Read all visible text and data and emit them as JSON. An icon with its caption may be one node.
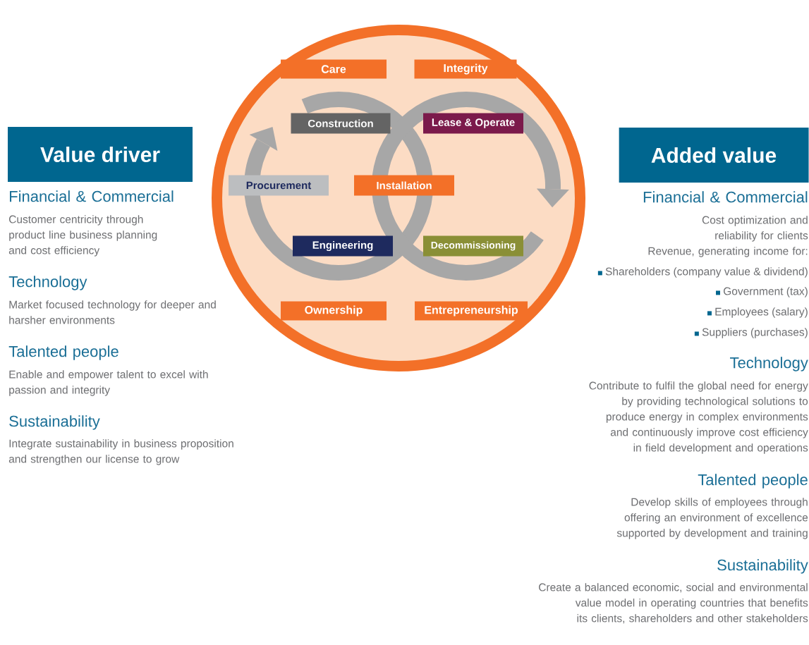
{
  "diagram": {
    "nodes": [
      {
        "text": [
          "Value driver"
        ]
      },
      {
        "text": [],
        "shape": "circle"
      },
      {
        "text": [
          "Care"
        ],
        "in": 1
      },
      {
        "text": [
          "Integrity"
        ],
        "in": 1
      },
      {
        "text": [
          "Construction"
        ],
        "in": 1
      },
      {
        "text": [
          "Lease & Operate"
        ],
        "in": 1
      },
      {
        "text": [
          "Procurement"
        ],
        "in": 1
      },
      {
        "text": [
          "Installation"
        ],
        "in": 1
      },
      {
        "text": [
          "Engineering"
        ],
        "in": 1
      },
      {
        "text": [
          "Decommissioning"
        ],
        "in": 1
      },
      {
        "text": [
          "Ownership"
        ],
        "in": 1
      },
      {
        "text": [
          "Entrepreneurship"
        ],
        "in": 1
      },
      {
        "text": [
          "Added value"
        ]
      }
    ],
    "labels": [
      "Financial & Commercial",
      "Customer centricity through product line business planning and cost efficiency",
      "Technology",
      "Market focused technology for deeper and harsher environments",
      "Talented people",
      "Enable and empower talent to excel with passion and integrity",
      "Sustainability",
      "Integrate sustainability in business proposition and strengthen our license to grow",
      "Financial & Commercial",
      "Cost optimization and reliability for clients",
      "Revenue, generating income for:",
      "Shareholders (company value & dividend)",
      "Government (tax)",
      "Employees (salary)",
      "Suppliers (purchases)",
      "Technology",
      "Contribute to fulfil the global need for energy by providing technological solutions to produce energy in complex environments and continuously improve cost efficiency in field development and operations",
      "Talented people",
      "Develop skills of employees through offering an environment of excellence supported by development and training",
      "Sustainability",
      "Create a balanced economic, social and environmental value model in operating countries that benefits its clients, shareholders and other stakeholders"
    ]
  }
}
